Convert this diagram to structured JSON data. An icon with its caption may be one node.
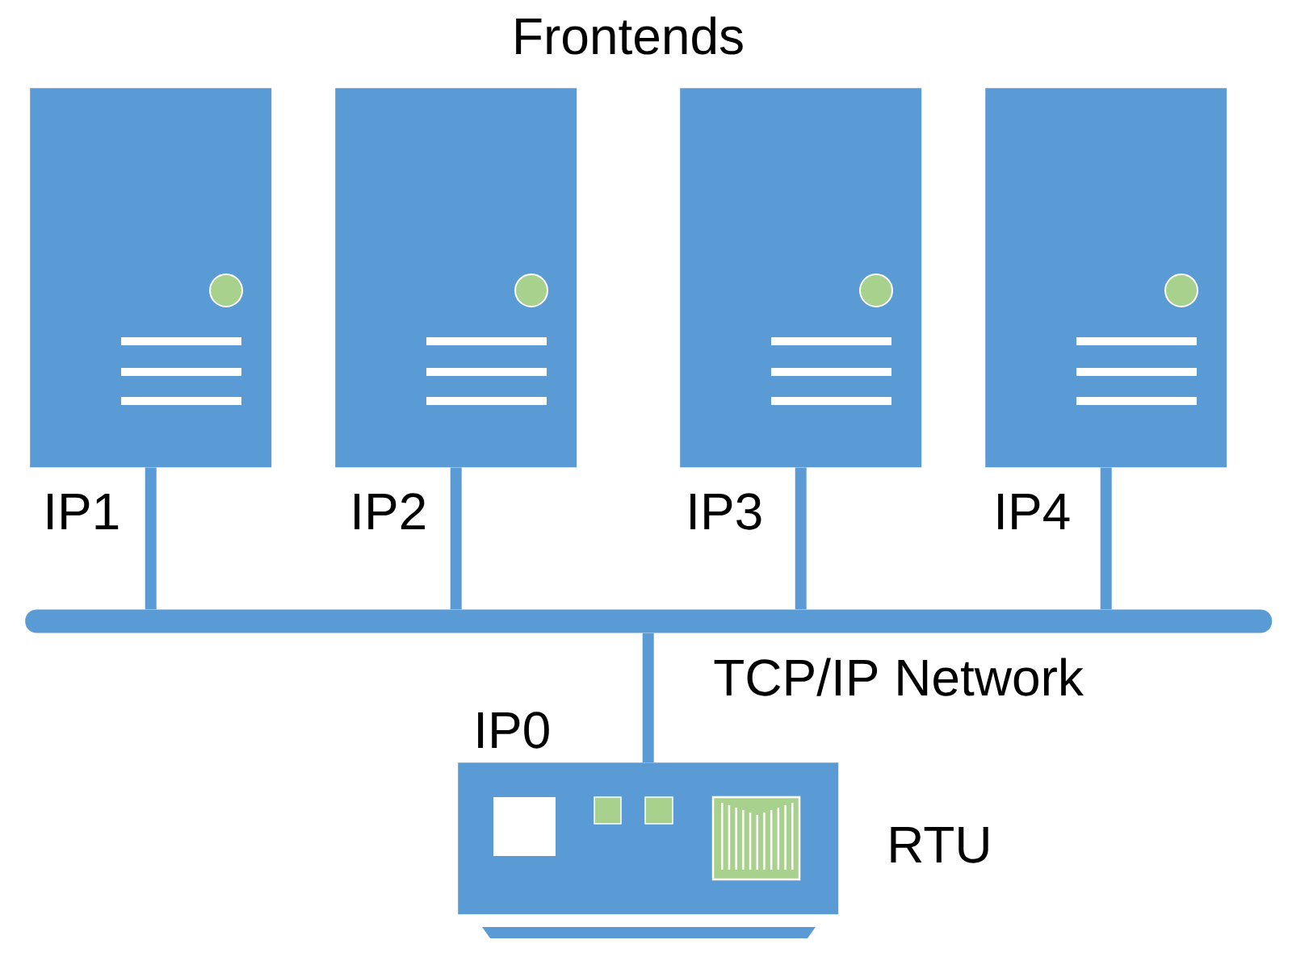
{
  "diagram": {
    "title": "Frontends",
    "nodes": [
      {
        "text": [],
        "shape": "box",
        "beside": [
          "IP1"
        ]
      },
      {
        "text": [],
        "shape": "box",
        "beside": [
          "IP2"
        ]
      },
      {
        "text": [],
        "shape": "box",
        "beside": [
          "IP3"
        ]
      },
      {
        "text": [],
        "shape": "box",
        "beside": [
          "IP4"
        ]
      },
      {
        "text": [],
        "shape": "bar",
        "beside": [
          "TCP/IP Network"
        ]
      },
      {
        "text": [],
        "shape": "box",
        "beside": [
          "IP0",
          "RTU"
        ]
      }
    ],
    "edges": [
      {
        "from": 0,
        "to": 4,
        "arrow": "none"
      },
      {
        "from": 1,
        "to": 4,
        "arrow": "none"
      },
      {
        "from": 2,
        "to": 4,
        "arrow": "none"
      },
      {
        "from": 3,
        "to": 4,
        "arrow": "none"
      },
      {
        "from": 5,
        "to": 4,
        "arrow": "none"
      }
    ]
  }
}
